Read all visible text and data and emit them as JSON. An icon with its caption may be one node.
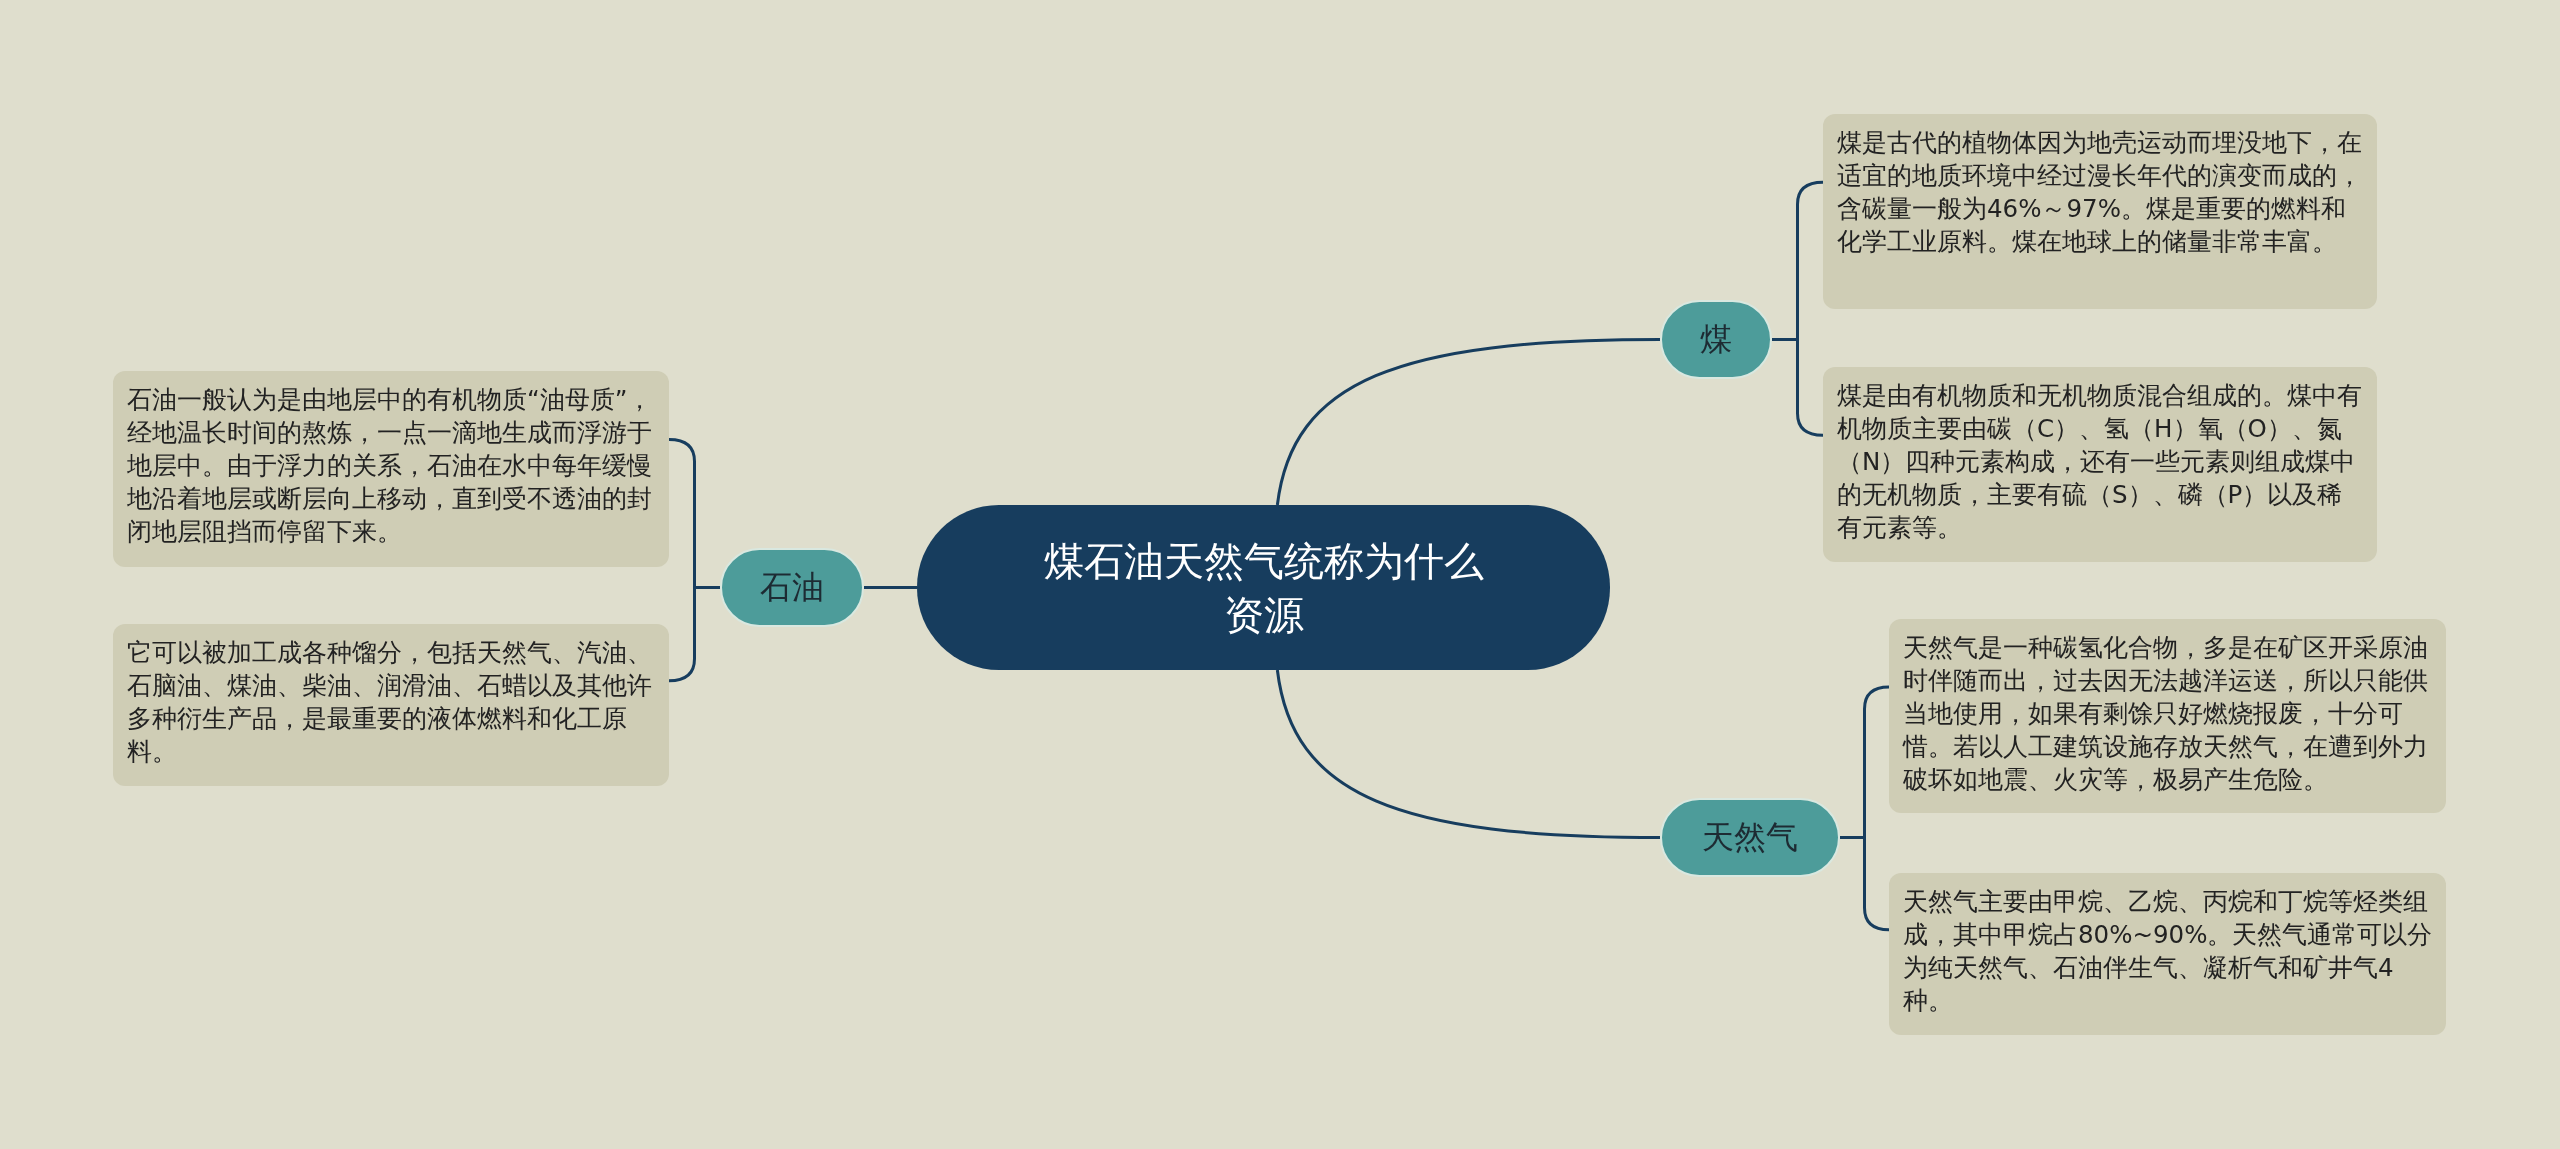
{
  "diagram": {
    "nodes": [
      {
        "text": [
          "煤石油天然气统称为什么资源"
        ]
      },
      {
        "text": [
          "煤"
        ]
      },
      {
        "text": [
          "煤是古代的植物体因为地壳运动而埋没地下，在适宜的地质环境中经过漫长年代的演变而成的，含碳量一般为46%～97%。煤是重要的燃料和化学工业原料。煤在地球上的储量非常丰富。"
        ]
      },
      {
        "text": [
          "煤是由有机物质和无机物质混合组成的。煤中有机物质主要由碳（C）、氢（H）氧（O）、氮（N）四种元素构成，还有一些元素则组成煤中的无机物质，主要有硫（S）、磷（P）以及稀有元素等。"
        ]
      },
      {
        "text": [
          "天然气"
        ]
      },
      {
        "text": [
          "天然气是一种碳氢化合物，多是在矿区开采原油时伴随而出，过去因无法越洋运送，所以只能供当地使用，如果有剩馀只好燃烧报废，十分可惜。若以人工建筑设施存放天然气，在遭到外力破坏如地震、火灾等，极易产生危险。"
        ]
      },
      {
        "text": [
          "天然气主要由甲烷、乙烷、丙烷和丁烷等烃类组成，其中甲烷占80%~90%。天然气通常可以分为纯天然气、石油伴生气、凝析气和矿井气4种。"
        ]
      },
      {
        "text": [
          "石油"
        ]
      },
      {
        "text": [
          "石油一般认为是由地层中的有机物质“油母质”，经地温长时间的熬炼，一点一滴地生成而浮游于地层中。由于浮力的关系，石油在水中每年缓慢地沿着地层或断层向上移动，直到受不透油的封闭地层阻挡而停留下来。"
        ]
      },
      {
        "text": [
          "它可以被加工成各种馏分，包括天然气、汽油、石脑油、煤油、柴油、润滑油、石蜡以及其他许多种衍生产品，是最重要的液体燃料和化工原料。"
        ]
      }
    ],
    "edges": [
      {
        "from": 0,
        "to": 1,
        "arrow": "none"
      },
      {
        "from": 1,
        "to": 2,
        "arrow": "none"
      },
      {
        "from": 1,
        "to": 3,
        "arrow": "none"
      },
      {
        "from": 0,
        "to": 4,
        "arrow": "none"
      },
      {
        "from": 4,
        "to": 5,
        "arrow": "none"
      },
      {
        "from": 4,
        "to": 6,
        "arrow": "none"
      },
      {
        "from": 0,
        "to": 7,
        "arrow": "none"
      },
      {
        "from": 7,
        "to": 8,
        "arrow": "none"
      },
      {
        "from": 7,
        "to": 9,
        "arrow": "none"
      }
    ]
  }
}
